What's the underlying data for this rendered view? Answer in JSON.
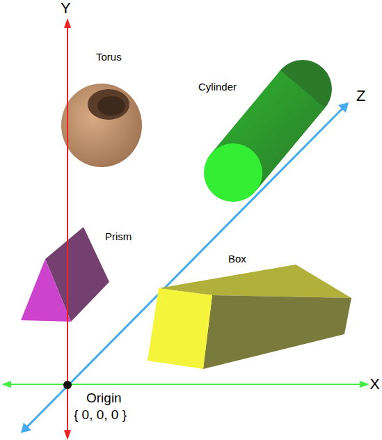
{
  "diagram": {
    "labels": [
      "Y",
      "Z",
      "X",
      "Torus",
      "Cylinder",
      "Prism",
      "Box",
      "Origin",
      "{ 0, 0, 0 }"
    ]
  }
}
